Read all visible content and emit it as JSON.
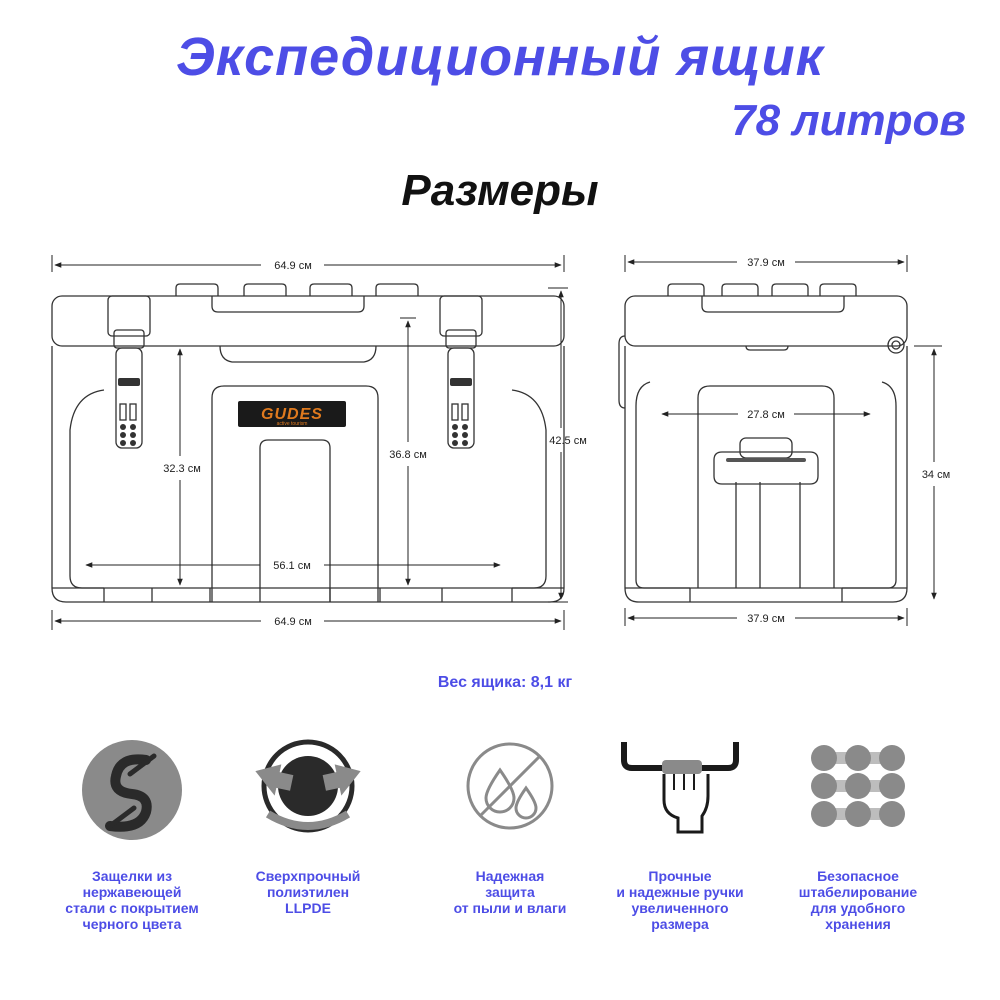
{
  "header": {
    "title": "Экспедиционный ящик",
    "subtitle": "78 литров",
    "section": "Размеры"
  },
  "front_view": {
    "logo_text": "GUDES",
    "logo_tagline": "active tourism",
    "dimensions": {
      "top_width": "64.9 см",
      "bottom_width": "64.9 см",
      "height": "42.5 см",
      "inner_height_left": "32.3 см",
      "inner_height_right": "36.8 см",
      "inner_width": "56.1 см"
    }
  },
  "side_view": {
    "dimensions": {
      "top_width": "37.9 см",
      "bottom_width": "37.9 см",
      "height": "34 см",
      "handle_width": "27.8 см"
    }
  },
  "weight_text": "Вес ящика: 8,1 кг",
  "features": [
    {
      "icon": "stainless-latch-icon",
      "caption": "Защелки из\nнержавеющей\nстали с покрытием\nчерного цвета"
    },
    {
      "icon": "polyethylene-icon",
      "caption": "Сверхпрочный\nполиэтилен\nLLPDE"
    },
    {
      "icon": "water-dust-protection-icon",
      "caption": "Надежная\nзащита\nот пыли и влаги"
    },
    {
      "icon": "handle-grip-icon",
      "caption": "Прочные\nи надежные ручки\nувеличенного\nразмера"
    },
    {
      "icon": "stacking-icon",
      "caption": "Безопасное\nштабелирование\nдля удобного\nхранения"
    }
  ],
  "colors": {
    "accent": "#4d4de6",
    "logo": "#e07a1e",
    "icon_gray": "#8a8a8a"
  }
}
